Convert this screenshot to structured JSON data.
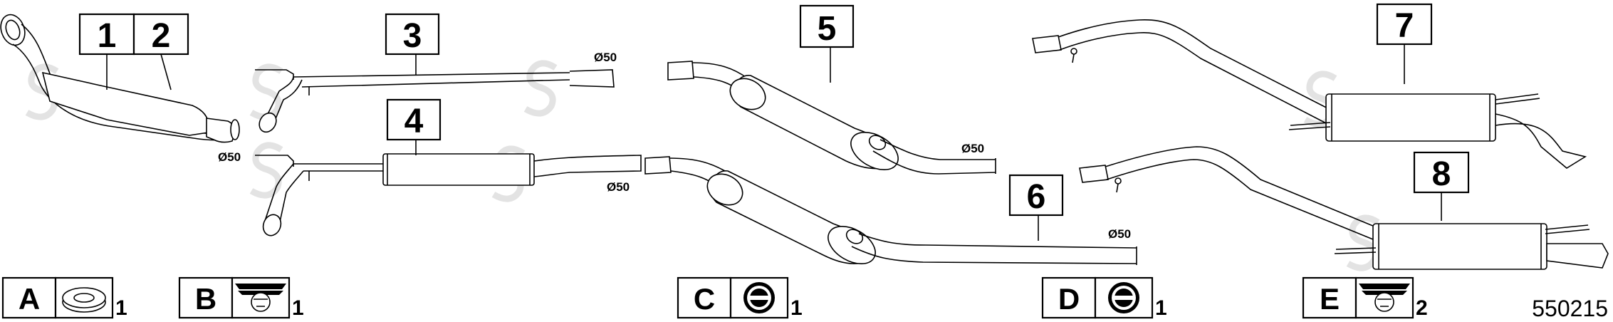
{
  "diagram_id": "550215",
  "parts": [
    {
      "number": "1",
      "diameter": ""
    },
    {
      "number": "2",
      "diameter": "Ø50"
    },
    {
      "number": "3",
      "diameter": "Ø50"
    },
    {
      "number": "4",
      "diameter": "Ø50"
    },
    {
      "number": "5",
      "diameter": "Ø50"
    },
    {
      "number": "6",
      "diameter": "Ø50"
    },
    {
      "number": "7",
      "diameter": ""
    },
    {
      "number": "8",
      "diameter": ""
    }
  ],
  "kits": [
    {
      "letter": "A",
      "icon": "gasket-ring-icon",
      "quantity": "1"
    },
    {
      "letter": "B",
      "icon": "hanger-bracket-icon",
      "quantity": "1"
    },
    {
      "letter": "C",
      "icon": "rubber-mount-icon",
      "quantity": "1"
    },
    {
      "letter": "D",
      "icon": "rubber-mount-icon",
      "quantity": "1"
    },
    {
      "letter": "E",
      "icon": "hanger-bracket-icon",
      "quantity": "2"
    }
  ]
}
